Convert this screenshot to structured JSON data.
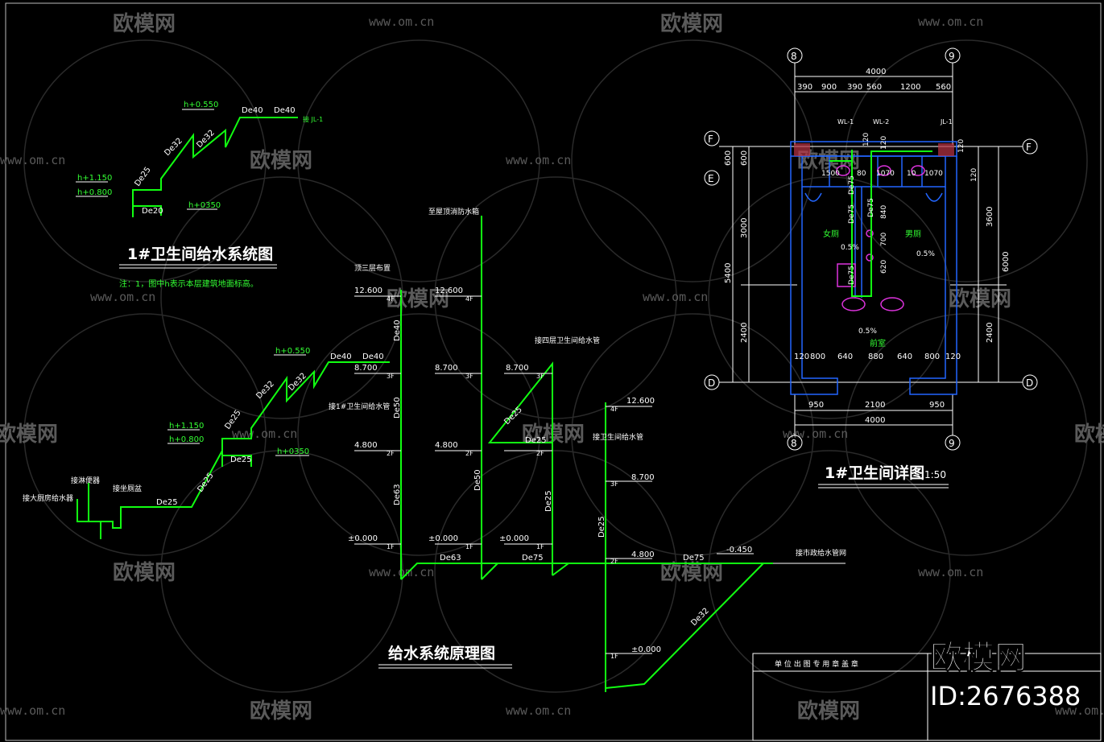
{
  "watermark": {
    "site": "www.om.cn",
    "brand": "欧模网"
  },
  "brand_mark": {
    "name": "欧模网",
    "id": "ID:2676388"
  },
  "sys1": {
    "title": "1#卫生间给水系统图",
    "note": "注：1，图中h表示本层建筑地面标高。",
    "labels": [
      "h+0.550",
      "De40",
      "De40",
      "De32",
      "De32",
      "De25",
      "h+1.150",
      "h+0.800",
      "De20",
      "h+0350"
    ],
    "connect": "接 JL-1"
  },
  "sys2": {
    "labels": [
      "h+0.550",
      "De40",
      "De40",
      "De32",
      "De32",
      "De25",
      "h+1.150",
      "h+0.800",
      "De25",
      "h+0350",
      "De25",
      "De25"
    ],
    "connect_a": "接大厨房给水器",
    "connect_b": "接淋便器",
    "connect_c": "接坐厕盆"
  },
  "riser": {
    "title": "给水系统原理图",
    "tank": "至屋顶消防水箱",
    "floor3": "顶三层布置",
    "to_1f": "接1#卫生间给水管",
    "to_4f": "接四层卫生间给水管",
    "to_f": "接卫生间给水管",
    "city": "接市政给水管网",
    "levels": [
      "12.600",
      "12.600",
      "8.700",
      "8.700",
      "8.700",
      "4.800",
      "4.800",
      "±0.000",
      "±0.000",
      "±0.000",
      "12.600",
      "8.700",
      "4.800",
      "±0.000",
      "-0.450"
    ],
    "floors": [
      "4F",
      "4F",
      "3F",
      "3F",
      "3F",
      "2F",
      "2F",
      "2F",
      "1F",
      "1F",
      "1F",
      "4F",
      "3F",
      "2F",
      "1F"
    ],
    "pipes": [
      "De40",
      "De50",
      "De63",
      "De50",
      "De25",
      "De25",
      "De25",
      "De63",
      "De75",
      "De75",
      "De32",
      "De25"
    ]
  },
  "detail": {
    "title": "1#卫生间详图",
    "scale": "1:50",
    "axes": [
      "8",
      "9",
      "F",
      "E",
      "D"
    ],
    "dims_top": [
      "4000",
      "390",
      "900",
      "390",
      "560",
      "1200",
      "560"
    ],
    "dims_bottom": [
      "950",
      "2100",
      "950",
      "4000"
    ],
    "dims_left": [
      "600",
      "600",
      "3000",
      "5400",
      "2400"
    ],
    "dims_right": [
      "3600",
      "6000",
      "2400",
      "120",
      "120"
    ],
    "inner": [
      "120",
      "800",
      "640",
      "880",
      "640",
      "800",
      "120",
      "1500",
      "80",
      "1070",
      "10",
      "1070"
    ],
    "rooms": [
      "女厕",
      "男厕",
      "前室"
    ],
    "slopes": [
      "0.5%",
      "0.5%",
      "0.5%"
    ],
    "pipes": [
      "WL-1",
      "WL-2",
      "JL-1",
      "De75",
      "De75",
      "De75",
      "De75"
    ],
    "dims_inner": [
      "840",
      "700",
      "620",
      "120",
      "120"
    ]
  },
  "title_block": {
    "stamp": "单 位 出 图 专 用 章 盖 章"
  }
}
